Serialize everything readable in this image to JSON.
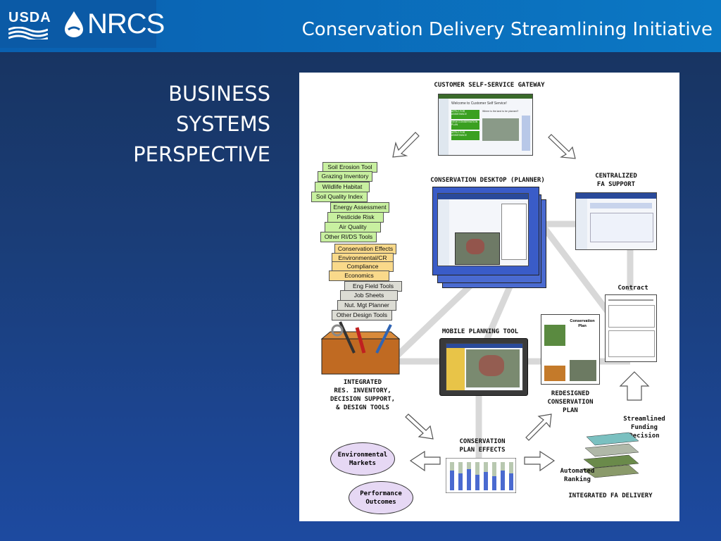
{
  "header": {
    "usda": "USDA",
    "nrcs": "NRCS",
    "title": "Conservation Delivery Streamlining Initiative"
  },
  "perspective": [
    "BUSINESS",
    "SYSTEMS",
    "PERSPECTIVE"
  ],
  "diagram": {
    "gateway": "CUSTOMER SELF-SERVICE GATEWAY",
    "gateway_screen": {
      "welcome": "Welcome to Customer Self Service!",
      "question": "Where is the land to be planned?",
      "buttons": [
        "APPLY FOR ASSISTANCE",
        "VIEW CONSERVATION PLAN",
        "APPLY FOR ASSISTANCE"
      ]
    },
    "desktop": "CONSERVATION DESKTOP (PLANNER)",
    "centralized": [
      "CENTRALIZED",
      "FA SUPPORT"
    ],
    "contract": "Contract",
    "mobile": "MOBILE PLANNING TOOL",
    "redesigned": [
      "REDESIGNED",
      "CONSERVATION",
      "PLAN"
    ],
    "plan_doc": [
      "Conservation",
      "Plan"
    ],
    "integrated": [
      "INTEGRATED",
      "RES. INVENTORY,",
      "DECISION SUPPORT,",
      "& DESIGN TOOLS"
    ],
    "effects": [
      "CONSERVATION",
      "PLAN EFFECTS"
    ],
    "streamlined": [
      "Streamlined",
      "Funding",
      "Decision"
    ],
    "automated": [
      "Automated",
      "Ranking"
    ],
    "fa_delivery": "INTEGRATED FA DELIVERY",
    "markets": [
      "Environmental",
      "Markets"
    ],
    "outcomes": [
      "Performance",
      "Outcomes"
    ],
    "tools_green": [
      "Soil Erosion Tool",
      "Grazing Inventory",
      "Wildlife Habitat",
      "Soil Quality Index",
      "Energy Assessment",
      "Pesticide Risk",
      "Air Quality",
      "Other RI/DS Tools"
    ],
    "tools_orange": [
      "Conservation Effects",
      "Environmental/CR",
      "Compliance",
      "Economics"
    ],
    "tools_grey": [
      "Eng Field Tools",
      "Job Sheets",
      "Nut. Mgt Planner",
      "Other Design Tools"
    ]
  },
  "colors": {
    "banner": "#0b78c4",
    "background": "#1a3d78",
    "green_card": "#c8f0a0",
    "orange_card": "#f9d98a",
    "grey_card": "#dcdcd4",
    "oval": "#e6d8f4"
  }
}
